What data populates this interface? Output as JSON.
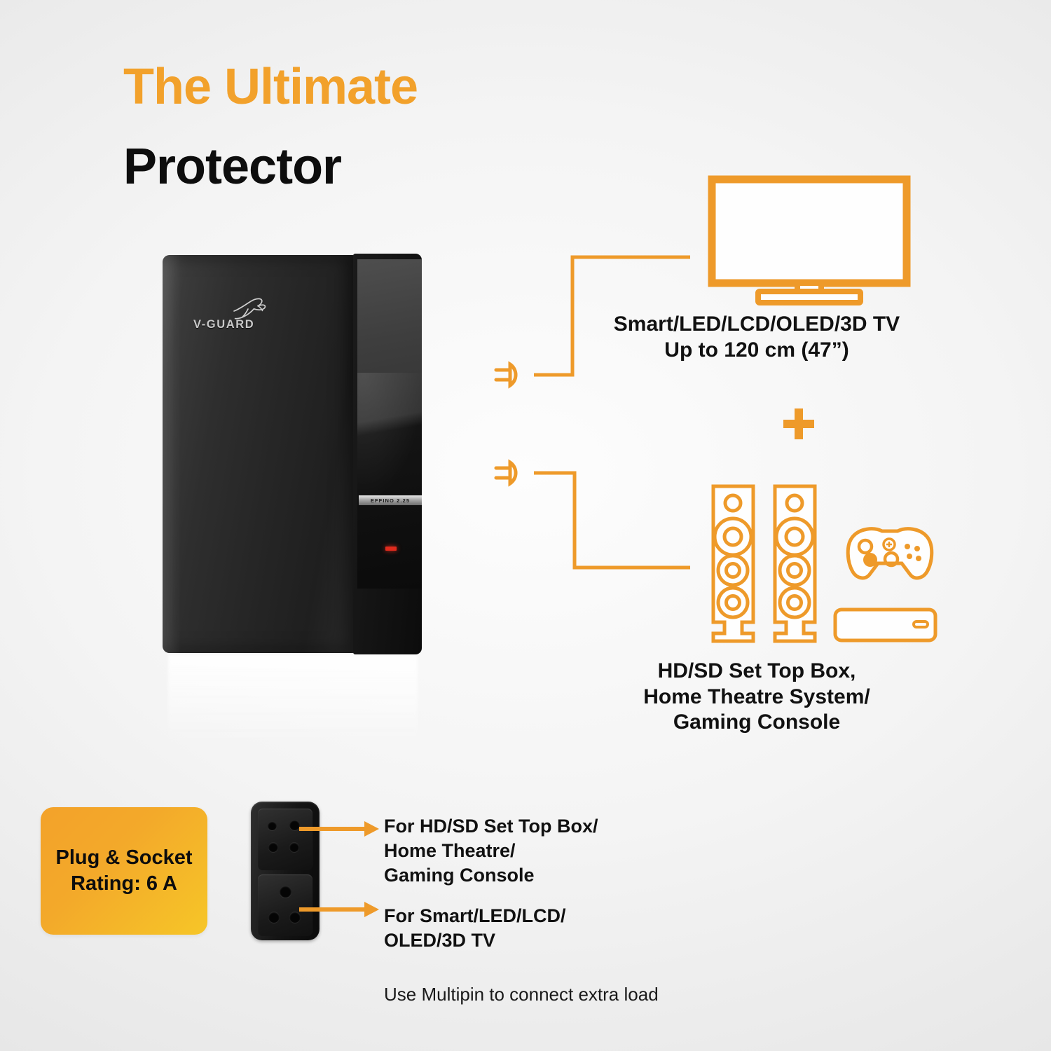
{
  "headline": {
    "line1": "The Ultimate",
    "line2": "Protector",
    "accent_color": "#F2A12B"
  },
  "product": {
    "brand": "V-GUARD",
    "brand_icon": "kangaroo-logo",
    "model_label": "EFFINO 2.25",
    "indicator": "power-led"
  },
  "diagram": {
    "tv": {
      "icon": "television-icon",
      "caption_line1": "Smart/LED/LCD/OLED/3D TV",
      "caption_line2": "Up to 120 cm (47”)"
    },
    "plus_symbol": "+",
    "devices": {
      "icons": [
        "speaker-tower-icon",
        "speaker-tower-icon",
        "game-controller-icon",
        "set-top-box-icon"
      ],
      "caption_line1": "HD/SD Set Top Box,",
      "caption_line2": "Home Theatre System/",
      "caption_line3": "Gaming Console"
    },
    "plug_icons": [
      "plug-icon",
      "plug-icon"
    ],
    "line_color": "#EE9A2A"
  },
  "bottom": {
    "rating_badge": {
      "line1": "Plug & Socket",
      "line2": "Rating: 6 A",
      "gradient_start": "#F3A22A",
      "gradient_end": "#F6C628"
    },
    "socket_panel_icon": "dual-socket-panel",
    "callout_top": "For HD/SD Set Top Box/\nHome Theatre/\nGaming Console",
    "callout_bottom": "For Smart/LED/LCD/\nOLED/3D TV",
    "footnote": "Use Multipin to connect extra load"
  }
}
